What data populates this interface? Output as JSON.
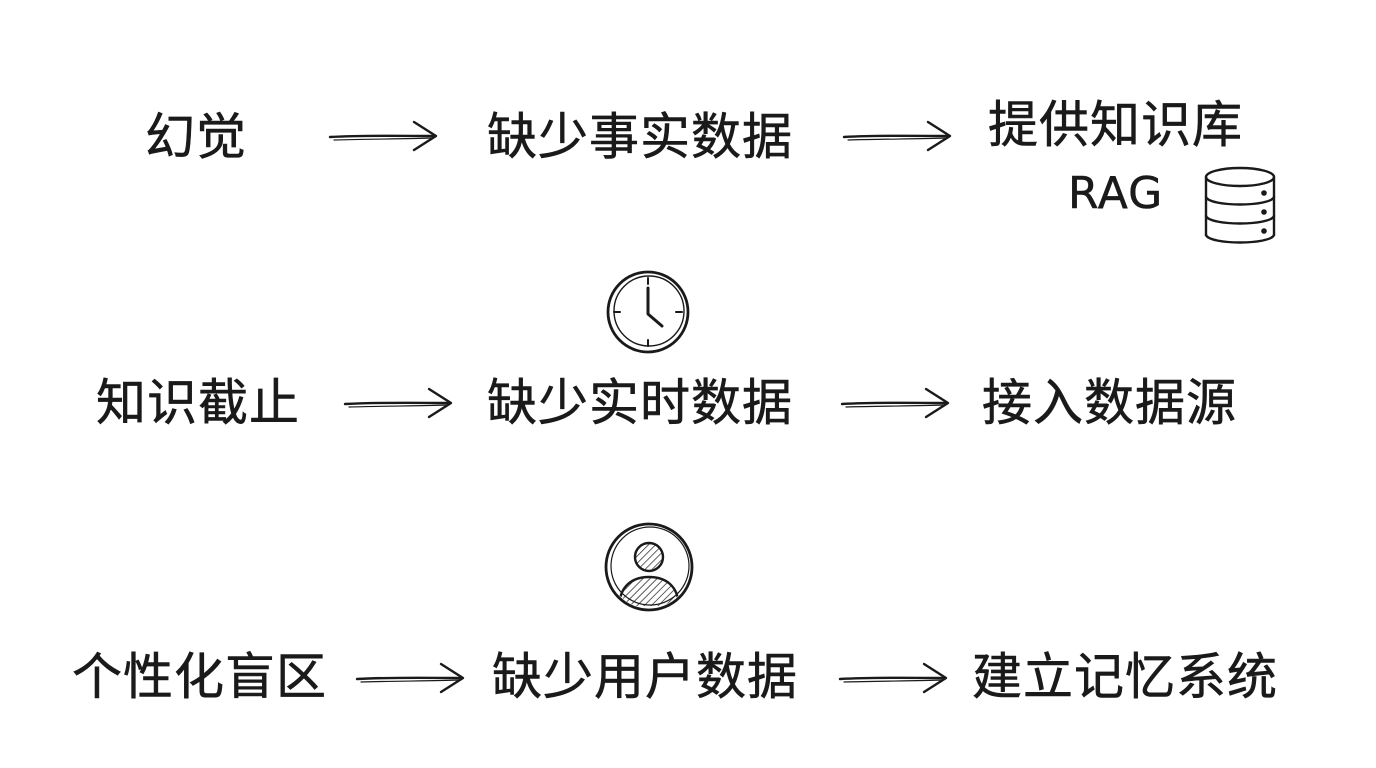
{
  "rows": [
    {
      "problem": "幻觉",
      "cause": "缺少事实数据",
      "solution": "提供知识库",
      "solution_sub": "RAG",
      "solution_icon": "database-icon"
    },
    {
      "problem": "知识截止",
      "cause": "缺少实时数据",
      "solution": "接入数据源",
      "cause_icon": "clock-icon"
    },
    {
      "problem": "个性化盲区",
      "cause": "缺少用户数据",
      "solution": "建立记忆系统",
      "cause_icon": "user-icon"
    }
  ]
}
